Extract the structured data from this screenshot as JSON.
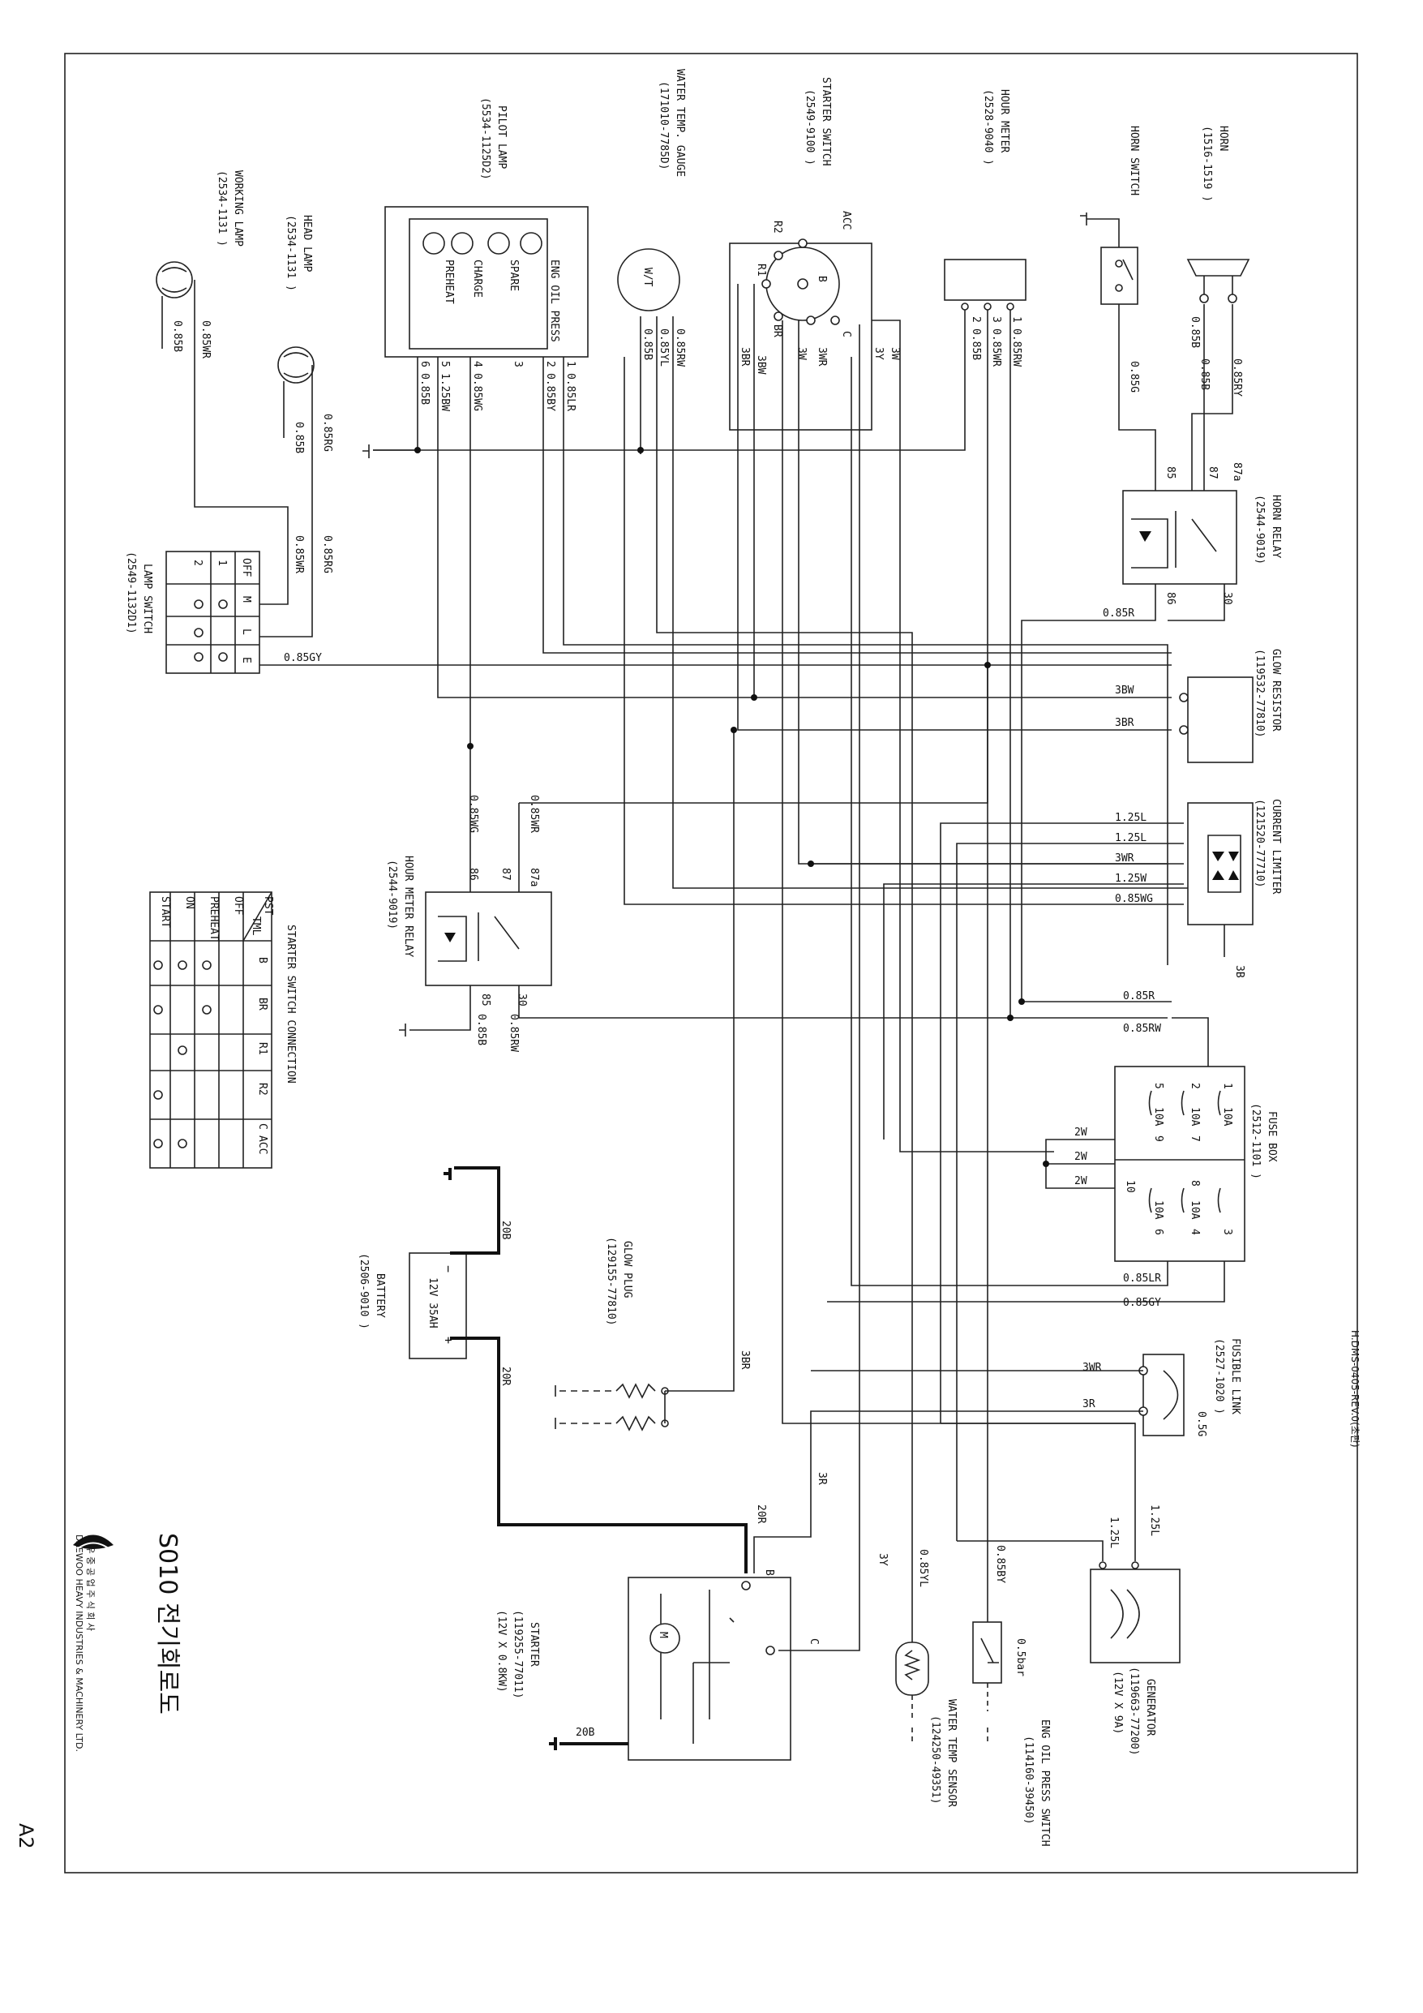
{
  "title": "S010 전기회로도",
  "drawing_no": "H.DMS-0405-REV.0(초판)",
  "page": "A2",
  "manufacturer_kr": "대 우 중 공 업 주 식 회 사",
  "manufacturer_en": "DAEWOO HEAVY INDUSTRIES & MACHINERY LTD.",
  "components": {
    "horn": {
      "name": "HORN",
      "part": "(1516-1519 )"
    },
    "horn_switch": {
      "name": "HORN SWITCH"
    },
    "hour_meter": {
      "name": "HOUR METER",
      "part": "(2528-9040 )"
    },
    "starter_switch": {
      "name": "STARTER SWITCH",
      "part": "(2549-9100 )"
    },
    "water_temp_gauge": {
      "name": "WATER TEMP. GAUGE",
      "part": "(171010-7785D)",
      "face": "W/T"
    },
    "pilot_lamp": {
      "name": "PILOT LAMP",
      "part": "(5534-1125D2)"
    },
    "head_lamp": {
      "name": "HEAD LAMP",
      "part": "(2534-1131 )"
    },
    "working_lamp": {
      "name": "WORKING LAMP",
      "part": "(2534-1131 )"
    },
    "lamp_switch": {
      "name": "LAMP SWITCH",
      "part": "(2549-1132D1)"
    },
    "horn_relay": {
      "name": "HORN RELAY",
      "part": "(2544-9019)"
    },
    "glow_resistor": {
      "name": "GLOW RESISTOR",
      "part": "(119532-77810)"
    },
    "current_limiter": {
      "name": "CURRENT LIMITER",
      "part": "(121520-77710)"
    },
    "hour_meter_relay": {
      "name": "HOUR METER RELAY",
      "part": "(2544-9019)"
    },
    "fuse_box": {
      "name": "FUSE BOX",
      "part": "(2512-1101 )"
    },
    "battery": {
      "name": "BATTERY",
      "part": "(2506-9010 )",
      "rating": "12V 35AH"
    },
    "glow_plug": {
      "name": "GLOW PLUG",
      "part": "(129155-77810)"
    },
    "fusible_link": {
      "name": "FUSIBLE LINK",
      "part": "(2527-1020 )",
      "rating": "0.5G"
    },
    "generator": {
      "name": "GENERATOR",
      "part": "(119663-77200)",
      "rating": "(12V X 9A)"
    },
    "oil_press_switch": {
      "name": "ENG OIL PRESS SWITCH",
      "part": "(114160-39450)",
      "rating": "0.5bar"
    },
    "water_temp_sensor": {
      "name": "WATER TEMP SENSOR",
      "part": "(124250-49351)"
    },
    "starter": {
      "name": "STARTER",
      "part": "(119255-77011)",
      "rating": "(12V X 0.8KW)"
    }
  },
  "pilot_lamps": [
    "ENG OIL PRESS",
    "SPARE",
    "CHARGE",
    "PREHEAT"
  ],
  "pilot_pins": [
    {
      "pin": "1",
      "wire": "0.85LR"
    },
    {
      "pin": "2",
      "wire": "0.85BY"
    },
    {
      "pin": "3",
      "wire": ""
    },
    {
      "pin": "4",
      "wire": "0.85WG"
    },
    {
      "pin": "5",
      "wire": "1.25BW"
    },
    {
      "pin": "6",
      "wire": "0.85B"
    }
  ],
  "starter_switch_terminals": [
    "ACC",
    "R2",
    "R1",
    "B",
    "BR",
    "C"
  ],
  "wire_labels": {
    "horn_ry": "0.85RY",
    "horn_b": "0.85B",
    "horn_sw": "0.85G",
    "hm_1": "1",
    "hm_1w": "0.85RW",
    "hm_3": "3",
    "hm_3w": "0.85WR",
    "hm_2": "2",
    "hm_2w": "0.85B",
    "ss_3w": "3W",
    "ss_3y": "3Y",
    "ss_3wr": "3WR",
    "ss_3bw": "3BW",
    "ss_3br": "3BR",
    "wt_1": "0.85RW",
    "wt_u": "0.85YL",
    "wt_e": "0.85B",
    "head_rg": "0.85RG",
    "head_b": "0.85B",
    "work_wr": "0.85WR",
    "work_b": "0.85B",
    "ls_rg": "0.85RG",
    "ls_wr": "0.85WR",
    "ls_gy": "0.85GY",
    "r_085r": "0.85R",
    "r_3bw": "3BW",
    "r_3br": "3BR",
    "cl_1": "1.25L",
    "cl_3": "1.25L",
    "cl_4": "3WR",
    "cl_5": "1.25W",
    "cl_6": "0.85WG",
    "cl_3b": "3B",
    "fb_r": "0.85R",
    "fb_rw": "0.85RW",
    "fb_2w1": "2W",
    "fb_2w2": "2W",
    "fb_2w3": "2W",
    "fb_lr": "0.85LR",
    "fb_gy": "0.85GY",
    "fl_3wr": "3WR",
    "fl_3r": "3R",
    "hmr_wg": "0.85WG",
    "hmr_wr": "0.85WR",
    "hmr_rw": "0.85RW",
    "hmr_b": "0.85B",
    "bat_neg": "20B",
    "bat_pos": "20R",
    "gp_3br": "3BR",
    "st_3r": "3R",
    "st_20r": "20R",
    "st_3y": "3Y",
    "st_20b": "20B",
    "gen_l1": "1.25L",
    "gen_l2": "1.25L",
    "ops_by": "0.85BY",
    "wts_yl": "0.85YL"
  },
  "relay_pins": [
    "87a",
    "87",
    "85",
    "86",
    "30"
  ],
  "fuse_box": {
    "fuses": [
      {
        "no": "1",
        "amp": "10A"
      },
      {
        "no": "2",
        "amp": "10A"
      },
      {
        "no": "5",
        "amp": "10A"
      },
      {
        "no": "8",
        "amp": "10A"
      },
      {
        "no": "10",
        "amp": "10A"
      }
    ],
    "pins": [
      "3",
      "4",
      "6",
      "7",
      "9"
    ]
  },
  "starter_switch_connection": {
    "title": "STARTER SWITCH CONNECTION",
    "corner_top": "TML",
    "corner_bottom": "PST",
    "columns": [
      "B",
      "BR",
      "R1",
      "R2",
      "C",
      "ACC"
    ],
    "rows": [
      "OFF",
      "PREHEAT",
      "ON",
      "START"
    ]
  },
  "lamp_switch_table": {
    "columns": [
      "M",
      "L",
      "E"
    ],
    "rows": [
      "OFF",
      "1",
      "2"
    ]
  },
  "starter_terminals": {
    "b": "B",
    "c": "C",
    "m": "M"
  }
}
